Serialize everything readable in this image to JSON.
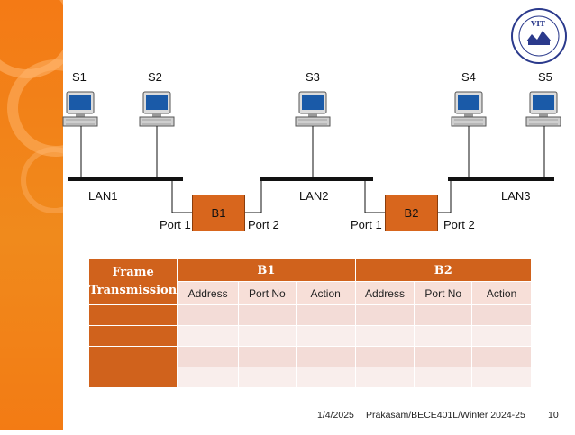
{
  "stations": [
    {
      "label": "S1",
      "icon": "computer-icon"
    },
    {
      "label": "S2",
      "icon": "computer-icon"
    },
    {
      "label": "S3",
      "icon": "computer-icon"
    },
    {
      "label": "S4",
      "icon": "computer-icon"
    },
    {
      "label": "S5",
      "icon": "computer-icon"
    }
  ],
  "lans": [
    "LAN1",
    "LAN2",
    "LAN3"
  ],
  "bridges": [
    {
      "label": "B1",
      "port1": "Port 1",
      "port2": "Port 2"
    },
    {
      "label": "B2",
      "port1": "Port 1",
      "port2": "Port 2"
    }
  ],
  "table": {
    "row_header": [
      "Frame",
      "Transmission"
    ],
    "group_headers": [
      "B1",
      "B2"
    ],
    "sub_headers": [
      "Address",
      "Port No",
      "Action",
      "Address",
      "Port No",
      "Action"
    ],
    "empty_rows": 4
  },
  "logo": {
    "text": "VIT",
    "icon": "vit-university-seal"
  },
  "footer": {
    "date": "1/4/2025",
    "author_course": "Prakasam/BECE401L/Winter 2024-25",
    "page_number": "10"
  },
  "colors": {
    "accent": "#d0621c",
    "side_band": "#f47a15",
    "bridge": "#d8661d"
  }
}
